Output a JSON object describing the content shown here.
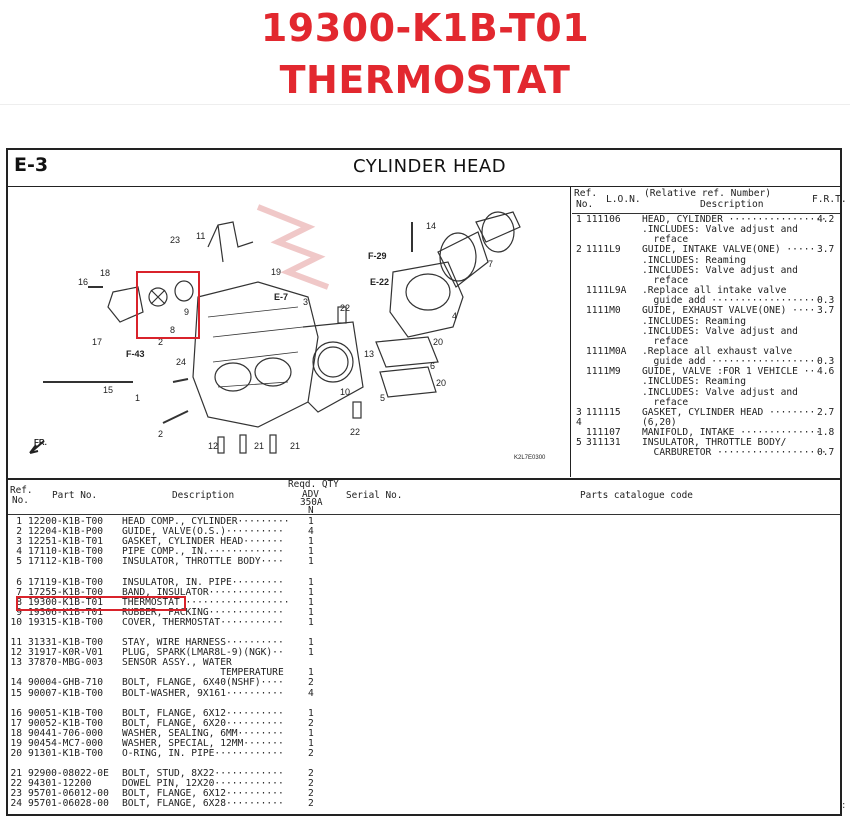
{
  "header": {
    "part_number": "19300-K1B-T01",
    "part_name": "THERMOSTAT"
  },
  "sheet": {
    "section": "E-3",
    "section_title": "CYLINDER HEAD"
  },
  "diagram": {
    "callouts": [
      "23",
      "11",
      "19",
      "14",
      "18",
      "16",
      "9",
      "F-29",
      "E-22",
      "7",
      "E-7",
      "3",
      "22",
      "17",
      "8",
      "2",
      "F-43",
      "24",
      "15",
      "1",
      "2",
      "12",
      "21",
      "21",
      "20",
      "6",
      "20",
      "4",
      "5",
      "22",
      "10",
      "13",
      "FR."
    ],
    "drawing_code": "K2L7E0300"
  },
  "ref_table": {
    "headers": {
      "ref": "Ref.",
      "no": "No.",
      "lon": "L.O.N.",
      "desc1": "(Relative ref. Number)",
      "desc2": "Description",
      "frt": "F.R.T."
    },
    "rows": [
      {
        "ref": "1",
        "lon": "111106",
        "desc": "HEAD, CYLINDER ·················",
        "frt": "4.2"
      },
      {
        "ref": "",
        "lon": "",
        "desc": ".INCLUDES: Valve adjust and",
        "frt": ""
      },
      {
        "ref": "",
        "lon": "",
        "desc": "  reface",
        "frt": ""
      },
      {
        "ref": "2",
        "lon": "1111L9",
        "desc": "GUIDE, INTAKE VALVE(ONE) ·····",
        "frt": "3.7"
      },
      {
        "ref": "",
        "lon": "",
        "desc": ".INCLUDES: Reaming",
        "frt": ""
      },
      {
        "ref": "",
        "lon": "",
        "desc": ".INCLUDES: Valve adjust and",
        "frt": ""
      },
      {
        "ref": "",
        "lon": "",
        "desc": "  reface",
        "frt": ""
      },
      {
        "ref": "",
        "lon": "1111L9A",
        "desc": ".Replace all intake valve",
        "frt": ""
      },
      {
        "ref": "",
        "lon": "",
        "desc": "  guide add ···················",
        "frt": "0.3"
      },
      {
        "ref": "",
        "lon": "1111M0",
        "desc": "GUIDE, EXHAUST VALVE(ONE) ····",
        "frt": "3.7"
      },
      {
        "ref": "",
        "lon": "",
        "desc": ".INCLUDES: Reaming",
        "frt": ""
      },
      {
        "ref": "",
        "lon": "",
        "desc": ".INCLUDES: Valve adjust and",
        "frt": ""
      },
      {
        "ref": "",
        "lon": "",
        "desc": "  reface",
        "frt": ""
      },
      {
        "ref": "",
        "lon": "1111M0A",
        "desc": ".Replace all exhaust valve",
        "frt": ""
      },
      {
        "ref": "",
        "lon": "",
        "desc": "  guide add ···················",
        "frt": "0.3"
      },
      {
        "ref": "",
        "lon": "1111M9",
        "desc": "GUIDE, VALVE :FOR 1 VEHICLE ··",
        "frt": "4.6"
      },
      {
        "ref": "",
        "lon": "",
        "desc": ".INCLUDES: Reaming",
        "frt": ""
      },
      {
        "ref": "",
        "lon": "",
        "desc": ".INCLUDES: Valve adjust and",
        "frt": ""
      },
      {
        "ref": "",
        "lon": "",
        "desc": "  reface",
        "frt": ""
      },
      {
        "ref": "3",
        "lon": "111115",
        "desc": "GASKET, CYLINDER HEAD ········",
        "frt": "2.7"
      },
      {
        "ref": "4",
        "lon": "",
        "desc": "(6,20)",
        "frt": ""
      },
      {
        "ref": "",
        "lon": "111107",
        "desc": "MANIFOLD, INTAKE ··············",
        "frt": "1.8"
      },
      {
        "ref": "5",
        "lon": "311131",
        "desc": "INSULATOR, THROTTLE BODY/",
        "frt": ""
      },
      {
        "ref": "",
        "lon": "",
        "desc": "  CARBURETOR ···················",
        "frt": "0.7"
      }
    ]
  },
  "parts_table": {
    "headers": {
      "ref": "Ref.",
      "no": "No.",
      "part_no": "Part No.",
      "description": "Description",
      "reqd_qty": "Reqd. QTY",
      "model1": "ADV",
      "model2": "350A",
      "model3": "N",
      "serial_no": "Serial No.",
      "catalogue": "Parts catalogue code"
    },
    "rows": [
      {
        "ref": "1",
        "part": "12200-K1B-T00",
        "desc": "HEAD COMP., CYLINDER·········",
        "qty": "1"
      },
      {
        "ref": "2",
        "part": "12204-K1B-P00",
        "desc": "GUIDE, VALVE(O.S.)··········",
        "qty": "4"
      },
      {
        "ref": "3",
        "part": "12251-K1B-T01",
        "desc": "GASKET, CYLINDER HEAD·······",
        "qty": "1"
      },
      {
        "ref": "4",
        "part": "17110-K1B-T00",
        "desc": "PIPE COMP., IN.·············",
        "qty": "1"
      },
      {
        "ref": "5",
        "part": "17112-K1B-T00",
        "desc": "INSULATOR, THROTTLE BODY····",
        "qty": "1"
      },
      {
        "ref": "6",
        "part": "17119-K1B-T00",
        "desc": "INSULATOR, IN. PIPE·········",
        "qty": "1"
      },
      {
        "ref": "7",
        "part": "17255-K1B-T00",
        "desc": "BAND, INSULATOR·············",
        "qty": "1"
      },
      {
        "ref": "8",
        "part": "19300-K1B-T01",
        "desc": "THERMOSTAT ··················",
        "qty": "1"
      },
      {
        "ref": "9",
        "part": "19306-K1B-T01",
        "desc": "RUBBER, PACKING·············",
        "qty": "1"
      },
      {
        "ref": "10",
        "part": "19315-K1B-T00",
        "desc": "COVER, THERMOSTAT···········",
        "qty": "1"
      },
      {
        "ref": "11",
        "part": "31331-K1B-T00",
        "desc": "STAY, WIRE HARNESS··········",
        "qty": "1"
      },
      {
        "ref": "12",
        "part": "31917-K0R-V01",
        "desc": "PLUG, SPARK(LMAR8L-9)(NGK)··",
        "qty": "1"
      },
      {
        "ref": "13",
        "part": "37870-MBG-003",
        "desc": "SENSOR ASSY., WATER",
        "qty": ""
      },
      {
        "ref": "",
        "part": "",
        "desc": "                 TEMPERATURE",
        "qty": "1"
      },
      {
        "ref": "14",
        "part": "90004-GHB-710",
        "desc": "BOLT, FLANGE, 6X40(NSHF)····",
        "qty": "2"
      },
      {
        "ref": "15",
        "part": "90007-K1B-T00",
        "desc": "BOLT-WASHER, 9X161··········",
        "qty": "4"
      },
      {
        "ref": "16",
        "part": "90051-K1B-T00",
        "desc": "BOLT, FLANGE, 6X12··········",
        "qty": "1"
      },
      {
        "ref": "17",
        "part": "90052-K1B-T00",
        "desc": "BOLT, FLANGE, 6X20··········",
        "qty": "2"
      },
      {
        "ref": "18",
        "part": "90441-706-000",
        "desc": "WASHER, SEALING, 6MM········",
        "qty": "1"
      },
      {
        "ref": "19",
        "part": "90454-MC7-000",
        "desc": "WASHER, SPECIAL, 12MM·······",
        "qty": "1"
      },
      {
        "ref": "20",
        "part": "91301-K1B-T00",
        "desc": "O-RING, IN. PIPE············",
        "qty": "2"
      },
      {
        "ref": "21",
        "part": "92900-08022-0E",
        "desc": "BOLT, STUD, 8X22············",
        "qty": "2"
      },
      {
        "ref": "22",
        "part": "94301-12200",
        "desc": "DOWEL PIN, 12X20············",
        "qty": "2"
      },
      {
        "ref": "23",
        "part": "95701-06012-00",
        "desc": "BOLT, FLANGE, 6X12··········",
        "qty": "2"
      },
      {
        "ref": "24",
        "part": "95701-06028-00",
        "desc": "BOLT, FLANGE, 6X28··········",
        "qty": "2"
      }
    ]
  },
  "colors": {
    "highlight": "#d9232b",
    "title": "#e2282f"
  }
}
